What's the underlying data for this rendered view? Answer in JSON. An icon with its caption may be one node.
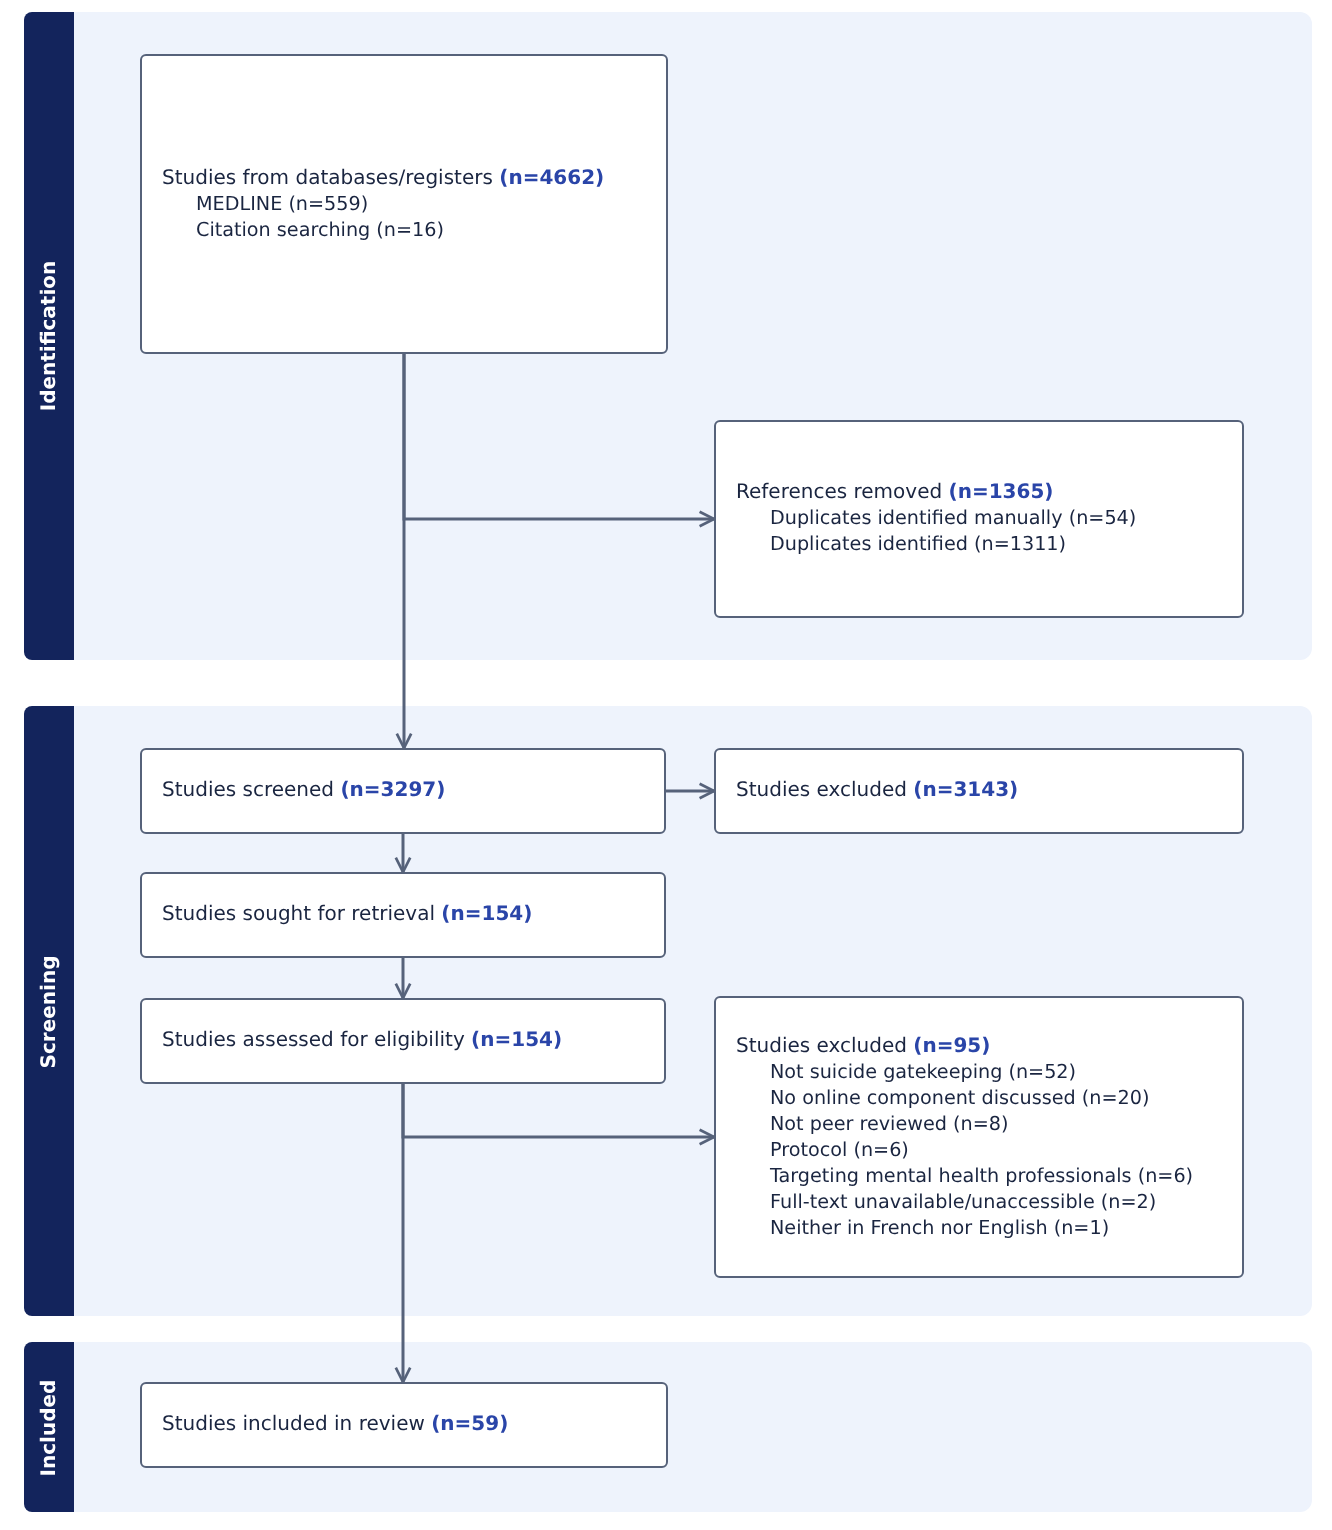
{
  "diagram": {
    "nodes": [
      {
        "text": [
          "Identification"
        ]
      },
      {
        "text": [
          "Studies from databases/registers **(n=4662)**",
          "MEDLINE (n=559)",
          "Citation searching (n=16)"
        ],
        "in": 0
      },
      {
        "text": [
          "References removed **(n=1365)**",
          "Duplicates identified manually (n=54)",
          "Duplicates identified (n=1311)"
        ],
        "in": 0
      },
      {
        "text": [
          "Screening"
        ]
      },
      {
        "text": [
          "Studies screened **(n=3297)**"
        ],
        "in": 3
      },
      {
        "text": [
          "Studies excluded **(n=3143)**"
        ],
        "in": 3
      },
      {
        "text": [
          "Studies sought for retrieval **(n=154)**"
        ],
        "in": 3
      },
      {
        "text": [
          "Studies assessed for eligibility **(n=154)**"
        ],
        "in": 3
      },
      {
        "text": [
          "Studies excluded **(n=95)**",
          "Not suicide gatekeeping (n=52)",
          "No online component discussed (n=20)",
          "Not peer reviewed  (n=8)",
          "Protocol (n=6)",
          "Targeting mental health professionals (n=6)",
          "Full-text unavailable/unaccessible (n=2)",
          "Neither in French nor English (n=1)"
        ],
        "in": 3
      },
      {
        "text": [
          "Included"
        ]
      },
      {
        "text": [
          "Studies included in review **(n=59)**"
        ],
        "in": 9
      }
    ],
    "edges": [
      {
        "from": 1,
        "to": 4,
        "arrow": "to"
      },
      {
        "from": 1,
        "to": 2,
        "arrow": "to"
      },
      {
        "from": 4,
        "to": 5,
        "arrow": "to"
      },
      {
        "from": 4,
        "to": 6,
        "arrow": "to"
      },
      {
        "from": 6,
        "to": 7,
        "arrow": "to"
      },
      {
        "from": 7,
        "to": 8,
        "arrow": "to"
      },
      {
        "from": 7,
        "to": 10,
        "arrow": "to"
      }
    ]
  }
}
